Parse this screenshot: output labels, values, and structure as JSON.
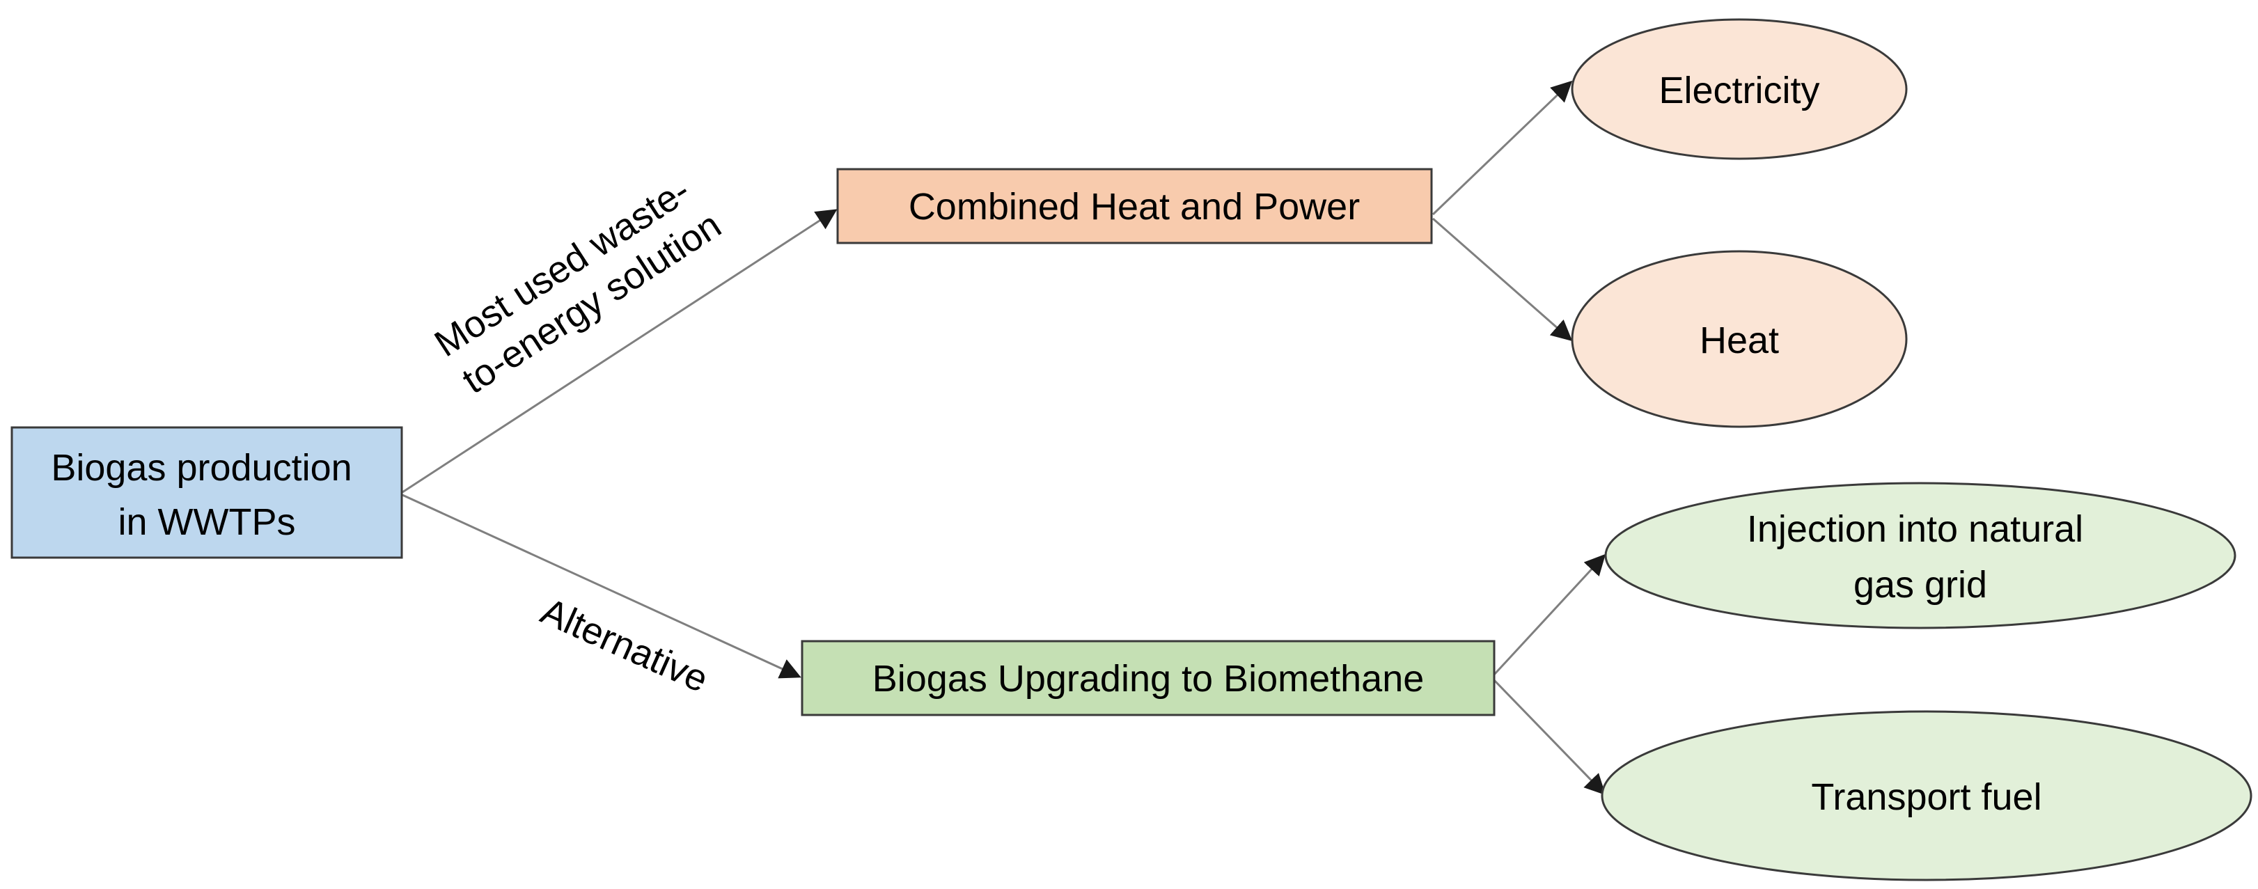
{
  "colors": {
    "blue_fill": "#bdd7ee",
    "orange_fill": "#f8cbad",
    "light_orange_fill": "#fbe5d6",
    "green_fill": "#c5e0b4",
    "light_green_fill": "#e2f0d9",
    "stroke": "#3a3a3a",
    "edge": "#7f7f7f"
  },
  "nodes": {
    "source": {
      "line1": "Biogas production",
      "line2": "in WWTPs"
    },
    "chp": {
      "label": "Combined Heat and Power"
    },
    "upgrading": {
      "label": "Biogas Upgrading to Biomethane"
    },
    "electricity": {
      "label": "Electricity"
    },
    "heat": {
      "label": "Heat"
    },
    "injection": {
      "line1": "Injection into natural",
      "line2": "gas grid"
    },
    "transport": {
      "label": "Transport fuel"
    }
  },
  "edge_labels": {
    "chp_path": {
      "line1": "Most used waste-",
      "line2": "to-energy solution"
    },
    "upgrading_path": {
      "label": "Alternative"
    }
  }
}
